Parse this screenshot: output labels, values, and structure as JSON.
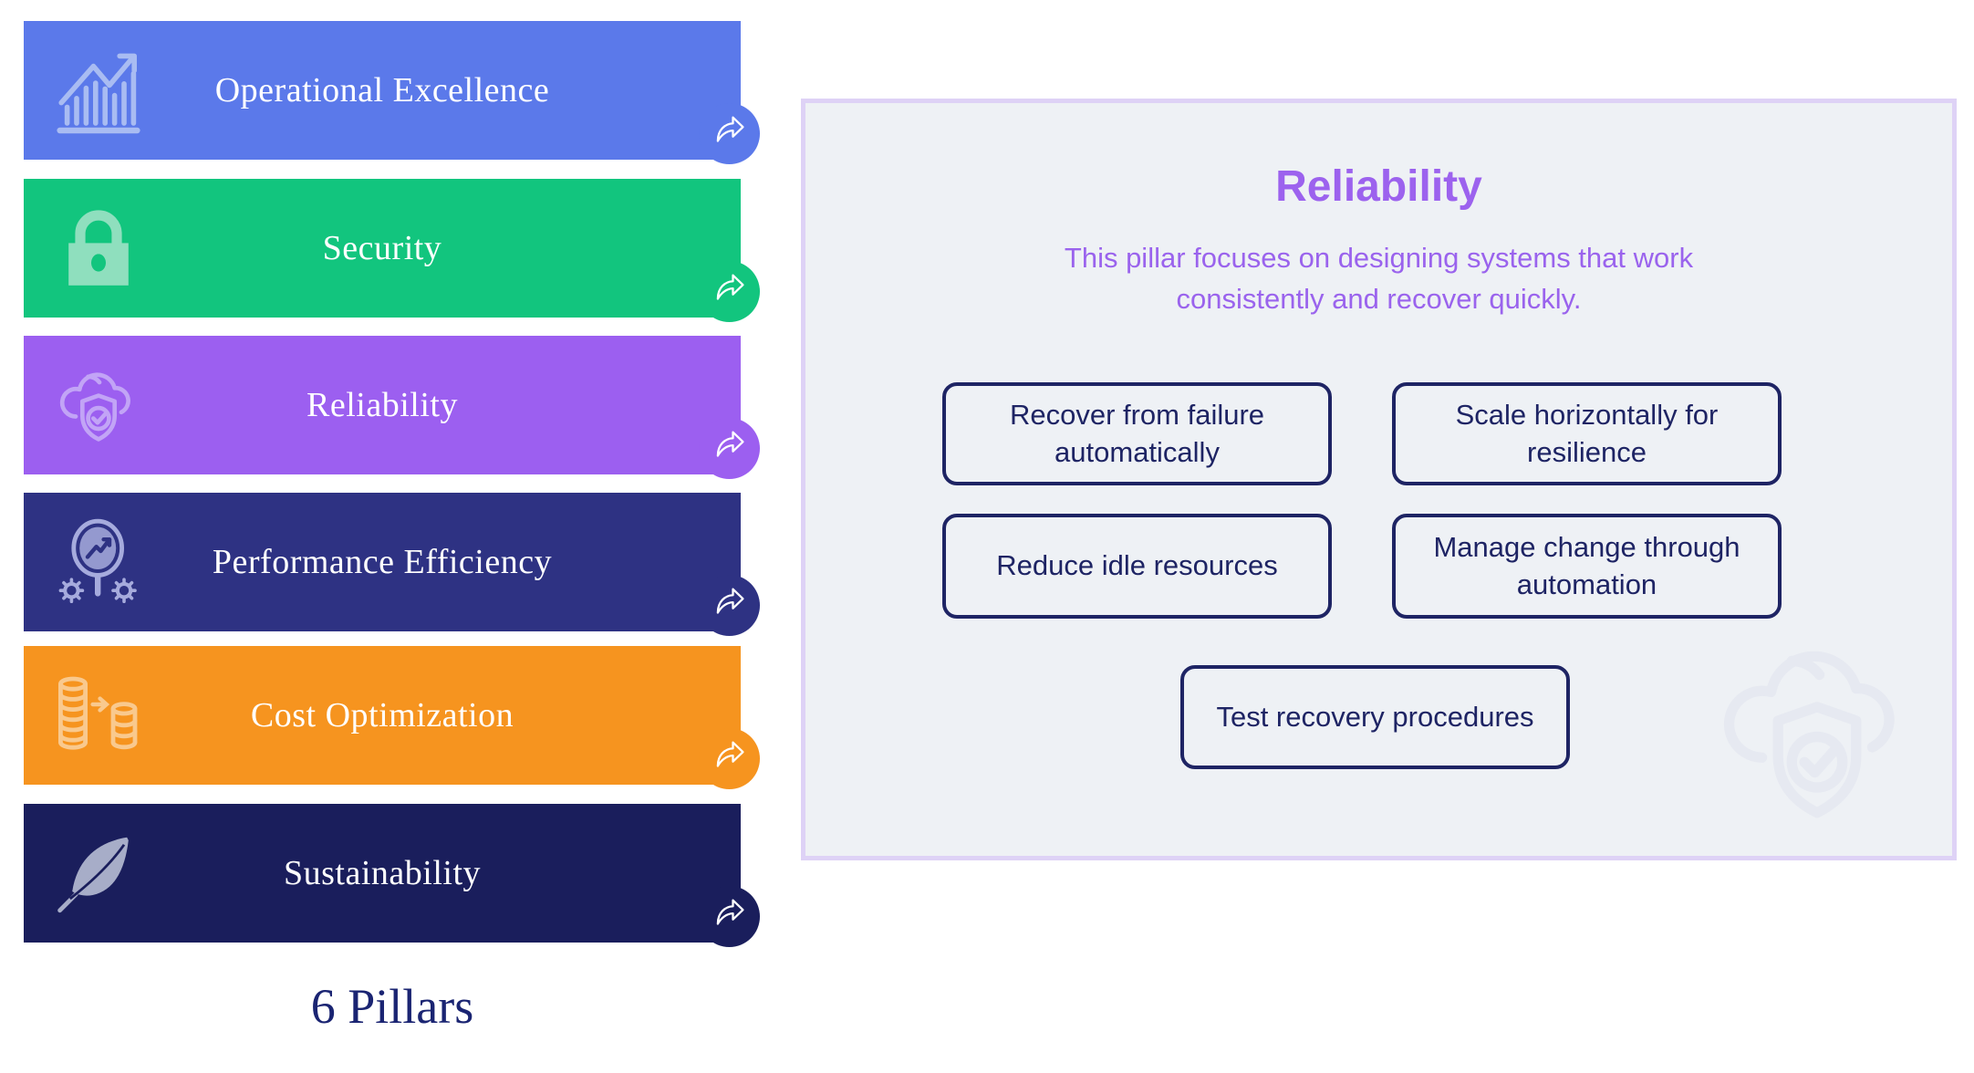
{
  "pillars": [
    {
      "label": "Operational Excellence",
      "color": "#5b79ea",
      "icon": "bar-chart-growth-icon",
      "icon_color": "#a9bcf2"
    },
    {
      "label": "Security",
      "color": "#12c57e",
      "icon": "padlock-icon",
      "icon_color": "#8fdfbe"
    },
    {
      "label": "Reliability",
      "color": "#9c5ff0",
      "icon": "cloud-shield-check-icon",
      "icon_color": "#c2a4f6"
    },
    {
      "label": "Performance Efficiency",
      "color": "#2e3283",
      "icon": "magnifier-gears-icon",
      "icon_color": "#a6abdd"
    },
    {
      "label": "Cost Optimization",
      "color": "#f6941f",
      "icon": "coin-stacks-arrow-icon",
      "icon_color": "#f9c98e"
    },
    {
      "label": "Sustainability",
      "color": "#1a1e5c",
      "icon": "leaf-icon",
      "icon_color": "#a7adc8"
    }
  ],
  "arrow_badge_icon": "curved-forward-arrow-icon",
  "caption": {
    "text": "6 Pillars",
    "color": "#1a2472"
  },
  "panel": {
    "background": "#eef1f5",
    "border_color": "#ded2f6",
    "title": "Reliability",
    "title_color": "#9c62ee",
    "description": "This pillar focuses on designing systems that work consistently and recover quickly.",
    "description_color": "#9a63ed",
    "box_color": "#1e2464",
    "practices": [
      "Recover from failure automatically",
      "Scale horizontally for resilience",
      "Reduce idle resources",
      "Manage change through automation",
      "Test recovery procedures"
    ],
    "watermark_icon": "cloud-shield-check-icon"
  }
}
